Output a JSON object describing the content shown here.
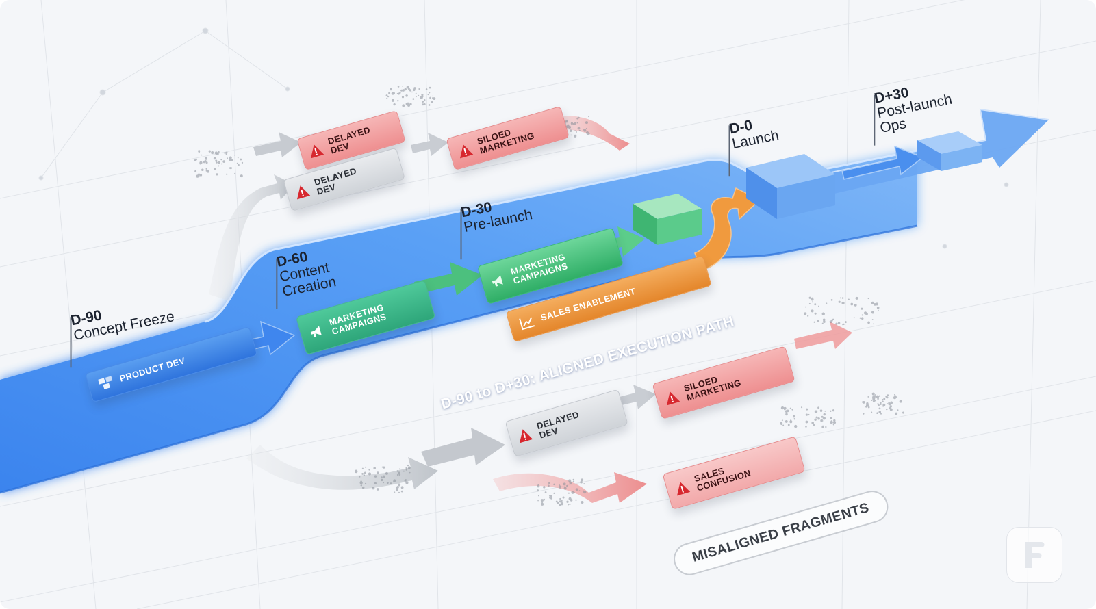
{
  "milestones": [
    {
      "code": "D-90",
      "name": "Concept Freeze"
    },
    {
      "code": "D-60",
      "name": "Content\nCreation"
    },
    {
      "code": "D-30",
      "name": "Pre-launch"
    },
    {
      "code": "D-0",
      "name": "Launch"
    },
    {
      "code": "D+30",
      "name": "Post-launch\nOps"
    }
  ],
  "aligned_blocks": {
    "product_dev": "PRODUCT DEV",
    "marketing_1": "MARKETING\nCAMPAIGNS",
    "marketing_2": "MARKETING\nCAMPAIGNS",
    "sales_enablement": "SALES ENABLEMENT"
  },
  "path_label": "D-90 to D+30: ALIGNED EXECUTION PATH",
  "misaligned_upper": [
    {
      "label": "DELAYED\nDEV"
    },
    {
      "label": "SILOED\nMARKETING"
    },
    {
      "label": "DELAYED\nDEV"
    }
  ],
  "misaligned_lower": [
    {
      "label": "DELAYED\nDEV"
    },
    {
      "label": "SILOED\nMARKETING"
    },
    {
      "label": "SALES\nCONFUSION"
    }
  ],
  "fragments_label": "MISALIGNED FRAGMENTS",
  "colors": {
    "path_blue": "#3f86ee",
    "green": "#33b46b",
    "orange": "#e88a2f",
    "red": "#ee8f90",
    "grey": "#cfd3d8"
  },
  "icons": [
    "warning-icon",
    "megaphone-icon",
    "chart-icon",
    "cube-stack-icon",
    "logo-icon"
  ]
}
